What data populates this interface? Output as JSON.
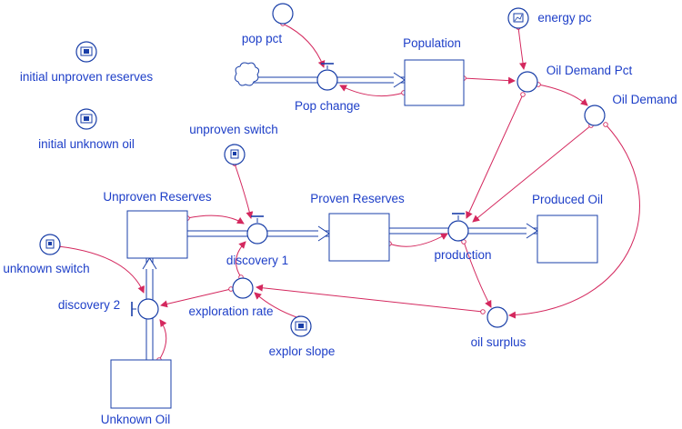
{
  "stocks": {
    "population": "Population",
    "unproven_reserves": "Unproven Reserves",
    "proven_reserves": "Proven Reserves",
    "produced_oil": "Produced Oil",
    "unknown_oil": "Unknown Oil"
  },
  "flows": {
    "pop_change": "Pop change",
    "discovery_1": "discovery 1",
    "discovery_2": "discovery 2",
    "production": "production"
  },
  "converters": {
    "pop_pct": "pop pct",
    "energy_pc": "energy pc",
    "oil_demand_pct": "Oil Demand Pct",
    "oil_demand": "Oil Demand",
    "unproven_switch": "unproven switch",
    "unknown_switch": "unknown switch",
    "exploration_rate": "exploration rate",
    "explor_slope": "explor slope",
    "oil_surplus": "oil surplus",
    "initial_unproven_reserves": "initial unproven reserves",
    "initial_unknown_oil": "initial unknown oil"
  },
  "colors": {
    "element": "#1a3fa8",
    "label": "#1e3fc8",
    "connector": "#d4285e"
  }
}
